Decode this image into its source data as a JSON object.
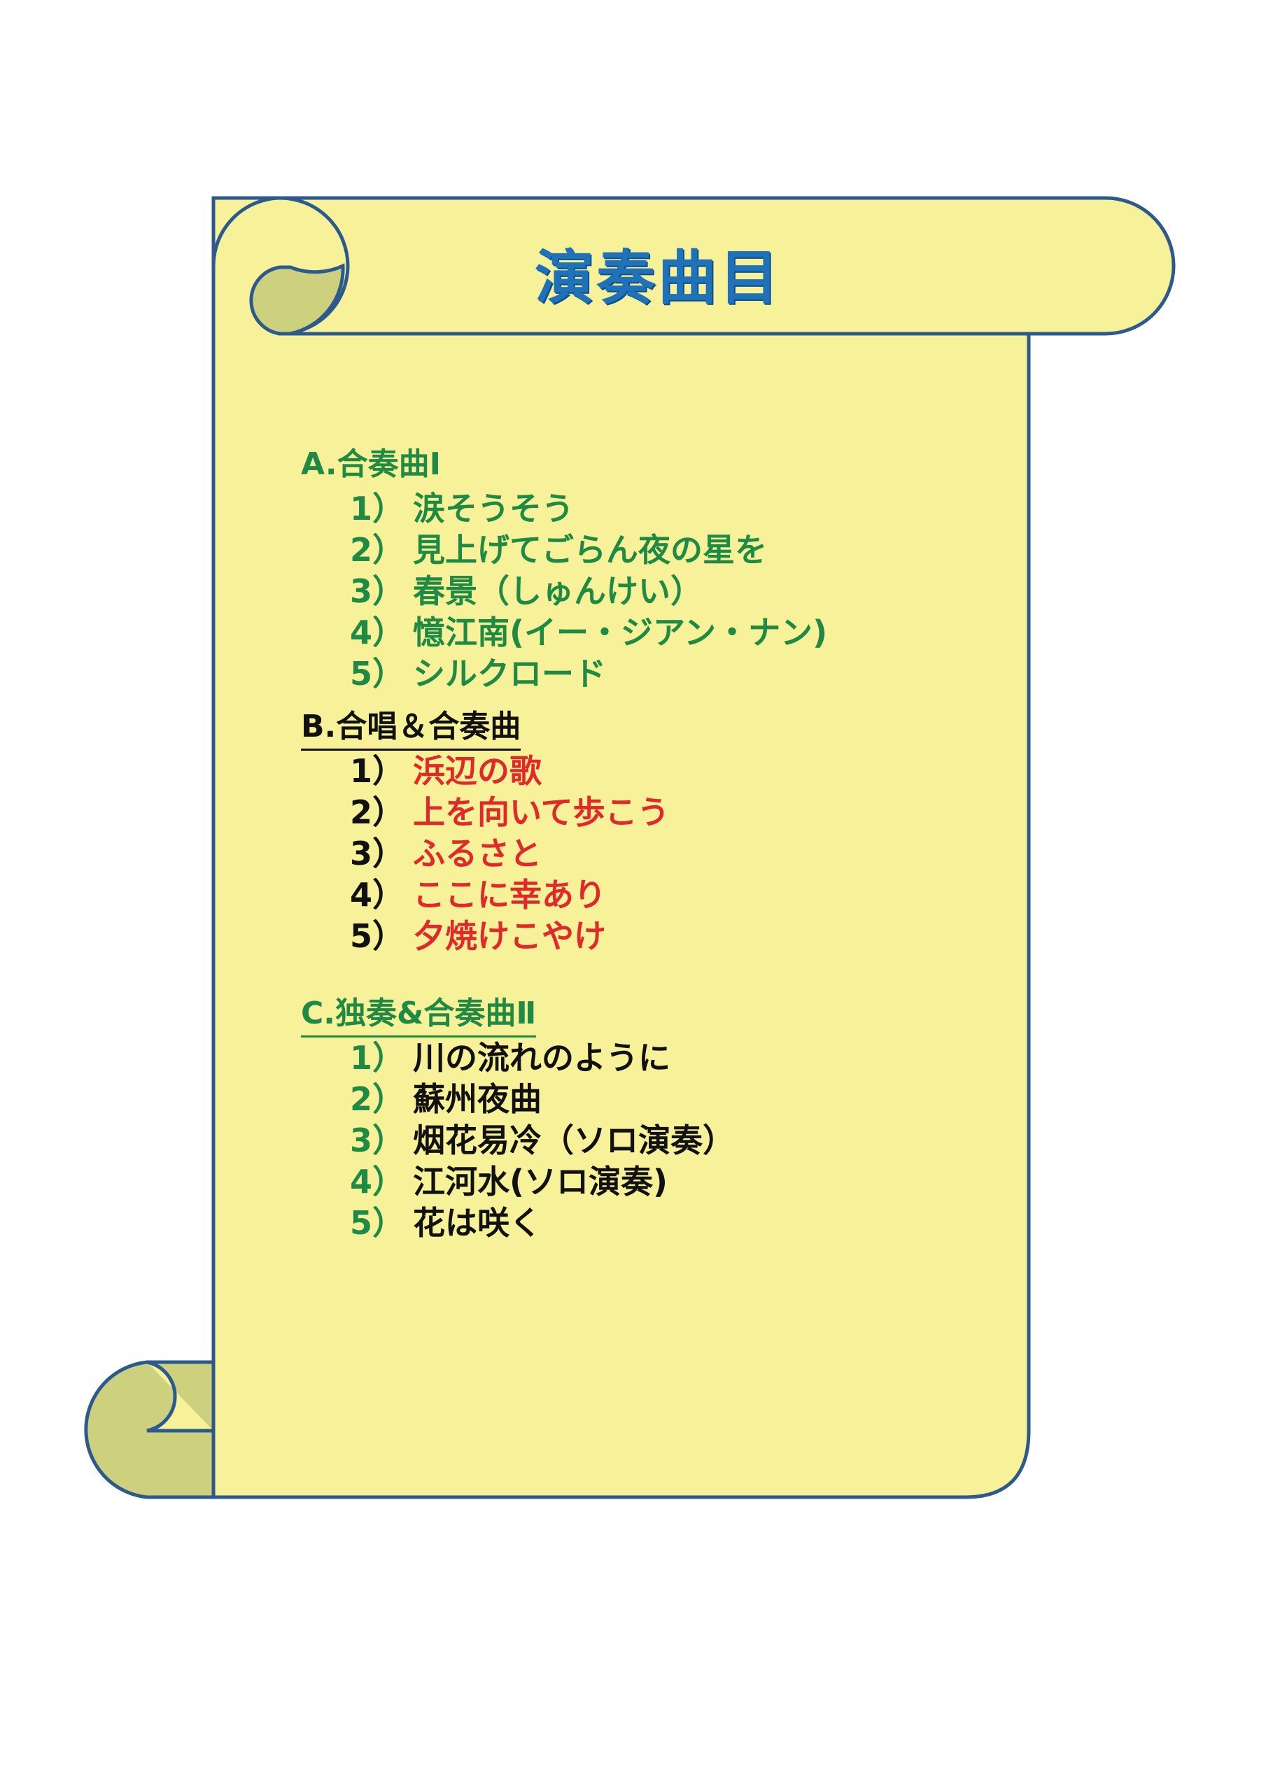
{
  "page": {
    "title": "演奏曲目"
  },
  "colors": {
    "scroll_fill": "#f7f199",
    "scroll_curl": "#cdd07c",
    "scroll_border": "#2c5a8c",
    "title": "#1f72b8",
    "green": "#1e8a44",
    "red": "#e02a2a",
    "black": "#111111"
  },
  "sections": [
    {
      "heading": "A.合奏曲Ⅰ",
      "items": [
        {
          "num": "1）",
          "title": "涙そうそう"
        },
        {
          "num": "2）",
          "title": "見上げてごらん夜の星を"
        },
        {
          "num": "3）",
          "title": "春景（しゅんけい）"
        },
        {
          "num": "4）",
          "title": "憶江南(イー・ジアン・ナン)"
        },
        {
          "num": "5）",
          "title": "シルクロード"
        }
      ]
    },
    {
      "heading": "B.合唱＆合奏曲",
      "items": [
        {
          "num": "1）",
          "title": "浜辺の歌"
        },
        {
          "num": "2）",
          "title": "上を向いて歩こう"
        },
        {
          "num": "3）",
          "title": "ふるさと"
        },
        {
          "num": "4）",
          "title": "ここに幸あり"
        },
        {
          "num": "5）",
          "title": "夕焼けこやけ"
        }
      ]
    },
    {
      "heading": "C.独奏&合奏曲Ⅱ",
      "items": [
        {
          "num": "1）",
          "title": "川の流れのように"
        },
        {
          "num": "2）",
          "title": "蘇州夜曲"
        },
        {
          "num": "3）",
          "title": "烟花易冷（ソロ演奏）"
        },
        {
          "num": "4）",
          "title": "江河水(ソロ演奏)"
        },
        {
          "num": "5）",
          "title": "花は咲く"
        }
      ]
    }
  ]
}
